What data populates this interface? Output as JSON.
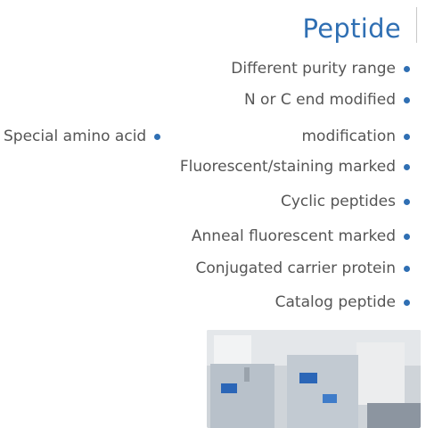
{
  "title": "Peptide",
  "features": [
    "Different purity range",
    "N or C end modified",
    "Special amino acid",
    "modification",
    "Fluorescent/staining marked",
    "Cyclic peptides",
    "Anneal fluorescent marked",
    "Conjugated carrier protein",
    "Catalog peptide"
  ],
  "colors": {
    "accent": "#2f6fb3",
    "text": "#555555"
  }
}
